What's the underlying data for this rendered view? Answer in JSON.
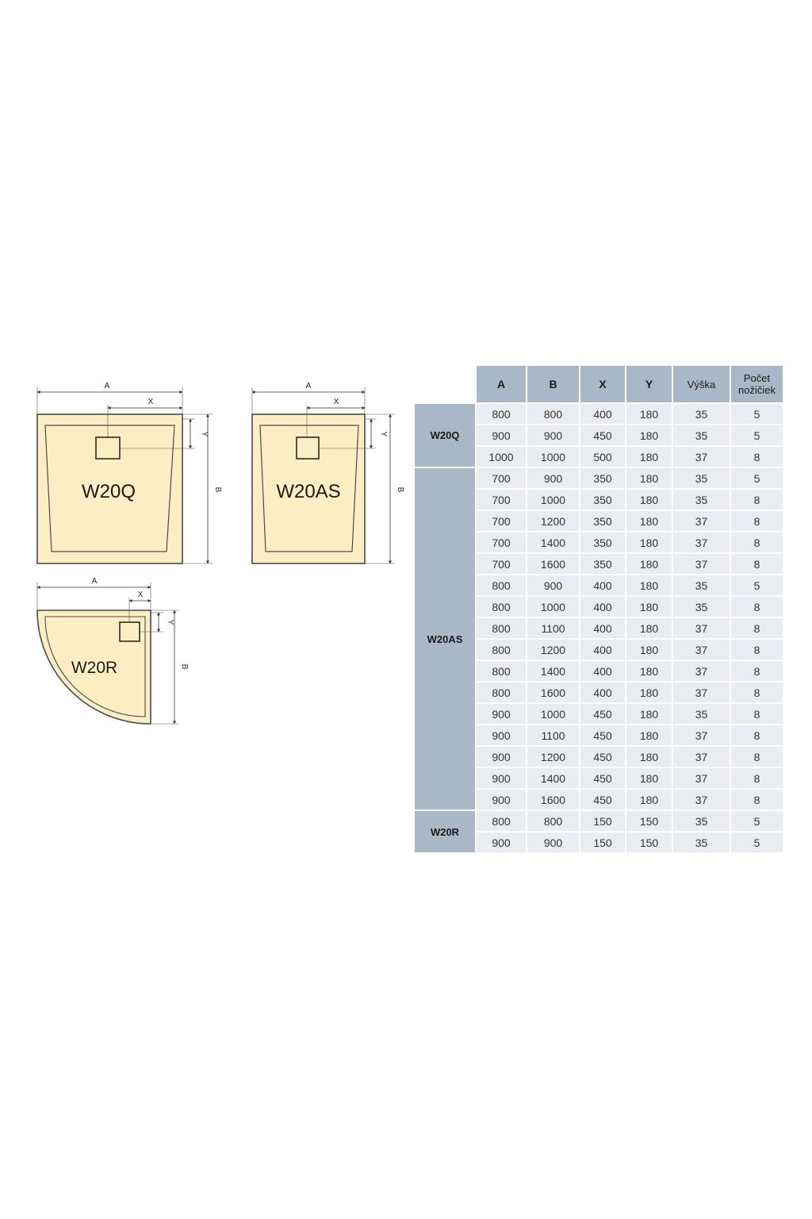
{
  "colors": {
    "tray_fill": "#fbeec3",
    "tray_stroke": "#4a4a4a",
    "header_bg": "#a9b8c6",
    "cell_bg": "#e9edf1"
  },
  "diagrams": [
    {
      "id": "w20q",
      "name": "W20Q",
      "labels": {
        "a": "A",
        "b": "B",
        "x": "X",
        "y": "Y"
      }
    },
    {
      "id": "w20as",
      "name": "W20AS",
      "labels": {
        "a": "A",
        "b": "B",
        "x": "X",
        "y": "Y"
      }
    },
    {
      "id": "w20r",
      "name": "W20R",
      "labels": {
        "a": "A",
        "b": "B",
        "x": "X",
        "y": "Y"
      }
    }
  ],
  "table": {
    "headers": [
      "A",
      "B",
      "X",
      "Y",
      "Výška",
      "Počet nožičiek"
    ],
    "groups": [
      {
        "name": "W20Q",
        "rows": [
          [
            "800",
            "800",
            "400",
            "180",
            "35",
            "5"
          ],
          [
            "900",
            "900",
            "450",
            "180",
            "35",
            "5"
          ],
          [
            "1000",
            "1000",
            "500",
            "180",
            "37",
            "8"
          ]
        ]
      },
      {
        "name": "W20AS",
        "rows": [
          [
            "700",
            "900",
            "350",
            "180",
            "35",
            "5"
          ],
          [
            "700",
            "1000",
            "350",
            "180",
            "35",
            "8"
          ],
          [
            "700",
            "1200",
            "350",
            "180",
            "37",
            "8"
          ],
          [
            "700",
            "1400",
            "350",
            "180",
            "37",
            "8"
          ],
          [
            "700",
            "1600",
            "350",
            "180",
            "37",
            "8"
          ],
          [
            "800",
            "900",
            "400",
            "180",
            "35",
            "5"
          ],
          [
            "800",
            "1000",
            "400",
            "180",
            "35",
            "8"
          ],
          [
            "800",
            "1100",
            "400",
            "180",
            "37",
            "8"
          ],
          [
            "800",
            "1200",
            "400",
            "180",
            "37",
            "8"
          ],
          [
            "800",
            "1400",
            "400",
            "180",
            "37",
            "8"
          ],
          [
            "800",
            "1600",
            "400",
            "180",
            "37",
            "8"
          ],
          [
            "900",
            "1000",
            "450",
            "180",
            "35",
            "8"
          ],
          [
            "900",
            "1100",
            "450",
            "180",
            "37",
            "8"
          ],
          [
            "900",
            "1200",
            "450",
            "180",
            "37",
            "8"
          ],
          [
            "900",
            "1400",
            "450",
            "180",
            "37",
            "8"
          ],
          [
            "900",
            "1600",
            "450",
            "180",
            "37",
            "8"
          ]
        ]
      },
      {
        "name": "W20R",
        "rows": [
          [
            "800",
            "800",
            "150",
            "150",
            "35",
            "5"
          ],
          [
            "900",
            "900",
            "150",
            "150",
            "35",
            "5"
          ]
        ]
      }
    ]
  }
}
